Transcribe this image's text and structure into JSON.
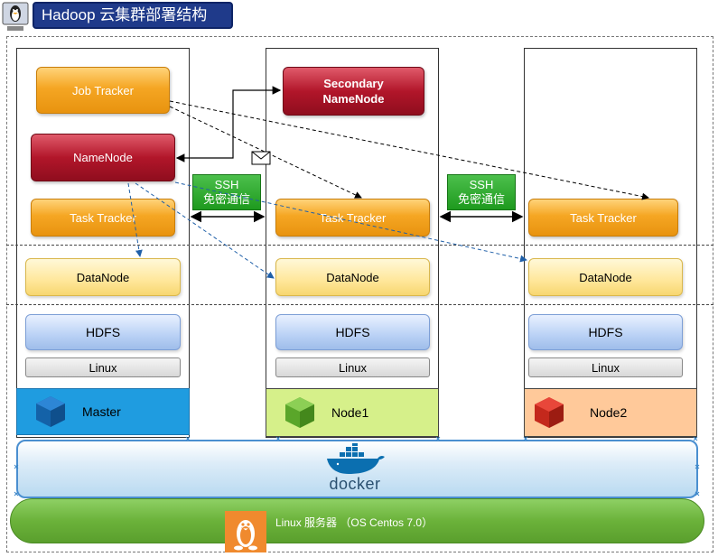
{
  "title": "Hadoop 云集群部署结构",
  "master": {
    "job_tracker": "Job Tracker",
    "namenode": "NameNode",
    "task_tracker": "Task Tracker",
    "datanode": "DataNode",
    "hdfs": "HDFS",
    "linux": "Linux",
    "label": "Master",
    "color": "#1f9ce0"
  },
  "node1": {
    "secondary_namenode": "Secondary\nNameNode",
    "task_tracker": "Task Tracker",
    "datanode": "DataNode",
    "hdfs": "HDFS",
    "linux": "Linux",
    "label": "Node1",
    "color": "#d6f08a"
  },
  "node2": {
    "task_tracker": "Task Tracker",
    "datanode": "DataNode",
    "hdfs": "HDFS",
    "linux": "Linux",
    "label": "Node2",
    "color": "#ffc99a"
  },
  "ssh1": {
    "line1": "SSH",
    "line2": "免密通信"
  },
  "ssh2": {
    "line1": "SSH",
    "line2": "免密通信"
  },
  "docker": {
    "label": "docker"
  },
  "server": {
    "label": "Linux 服务器 （OS Centos 7.0）"
  },
  "icons": [
    "linux-tux-icon",
    "cube-icon",
    "docker-whale-icon",
    "envelope-icon"
  ]
}
